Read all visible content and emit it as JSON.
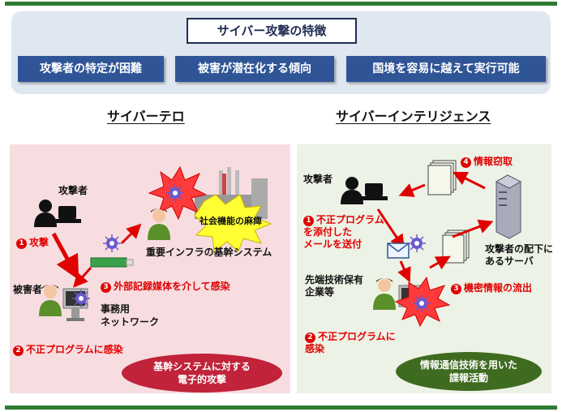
{
  "title": "サイバー攻撃の特徴",
  "features": [
    "攻撃者の特定が困難",
    "被害が潜在化する傾向",
    "国境を容易に越えて実行可能"
  ],
  "left": {
    "heading": "サイバーテロ",
    "attacker": "攻撃者",
    "step1": "攻撃",
    "victim": "被害者",
    "step3": "外部記録媒体を介して感染",
    "office_network": "事務用\nネットワーク",
    "step2": "不正プログラムに感染",
    "social_paralysis": "社会機能の麻痺",
    "infra_system": "重要インフラの基幹システム",
    "summary": "基幹システムに対する\n電子的攻撃",
    "step_numbers": [
      "1",
      "2",
      "3"
    ]
  },
  "right": {
    "heading": "サイバーインテリジェンス",
    "attacker": "攻撃者",
    "step4": "情報窃取",
    "step1": "不正プログラム\nを添付した\nメールを送付",
    "server": "攻撃者の配下に\nあるサーバ",
    "company": "先端技術保有\n企業等",
    "step3": "機密情報の流出",
    "step2": "不正プログラムに\n感染",
    "summary": "情報通信技術を用いた\n諜報活動",
    "step_numbers": [
      "1",
      "2",
      "3",
      "4"
    ]
  },
  "colors": {
    "accent_blue": "#2f5597",
    "alert_red": "#e00000",
    "left_ellipse": "#c0233a",
    "right_ellipse": "#3f6b21",
    "frame_green": "#2e7d32"
  }
}
